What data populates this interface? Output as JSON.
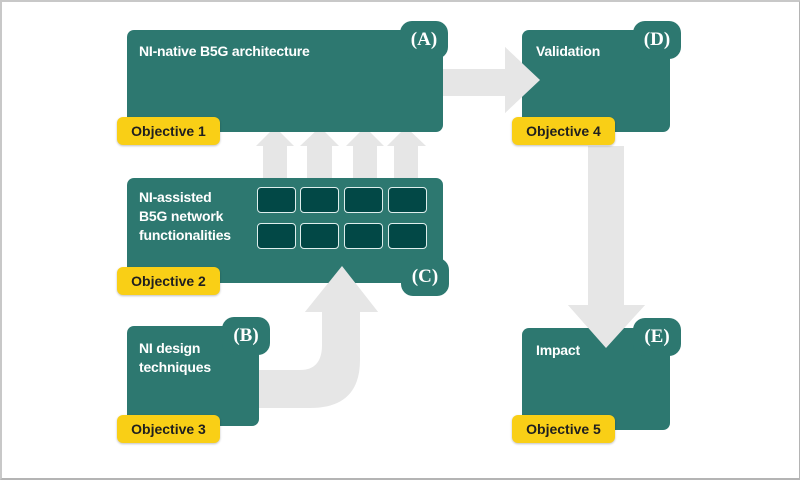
{
  "colors": {
    "box_fill": "#2d7870",
    "cell_fill": "#024846",
    "objective_fill": "#f9cf16",
    "arrow_fill": "#e6e6e6",
    "frame_border": "#b4b4b4"
  },
  "boxes": {
    "a": {
      "tag": "(A)",
      "title": "NI-native B5G architecture",
      "objective": "Objective 1"
    },
    "c": {
      "tag": "(C)",
      "title_lines": [
        "NI-assisted",
        "B5G network",
        "functionalities"
      ],
      "objective": "Objective 2",
      "grid": {
        "rows": 2,
        "cols": 4
      }
    },
    "b": {
      "tag": "(B)",
      "title_lines": [
        "NI design",
        "techniques"
      ],
      "objective": "Objective 3"
    },
    "d": {
      "tag": "(D)",
      "title": "Validation",
      "objective": "Objective 4"
    },
    "e": {
      "tag": "(E)",
      "title": "Impact",
      "objective": "Objective 5"
    }
  },
  "arrows": [
    {
      "from": "b",
      "to": "c",
      "shape": "curved-up"
    },
    {
      "from": "c",
      "to": "a",
      "shape": "up",
      "count": 4
    },
    {
      "from": "a",
      "to": "d",
      "shape": "right"
    },
    {
      "from": "d",
      "to": "e",
      "shape": "down"
    }
  ]
}
